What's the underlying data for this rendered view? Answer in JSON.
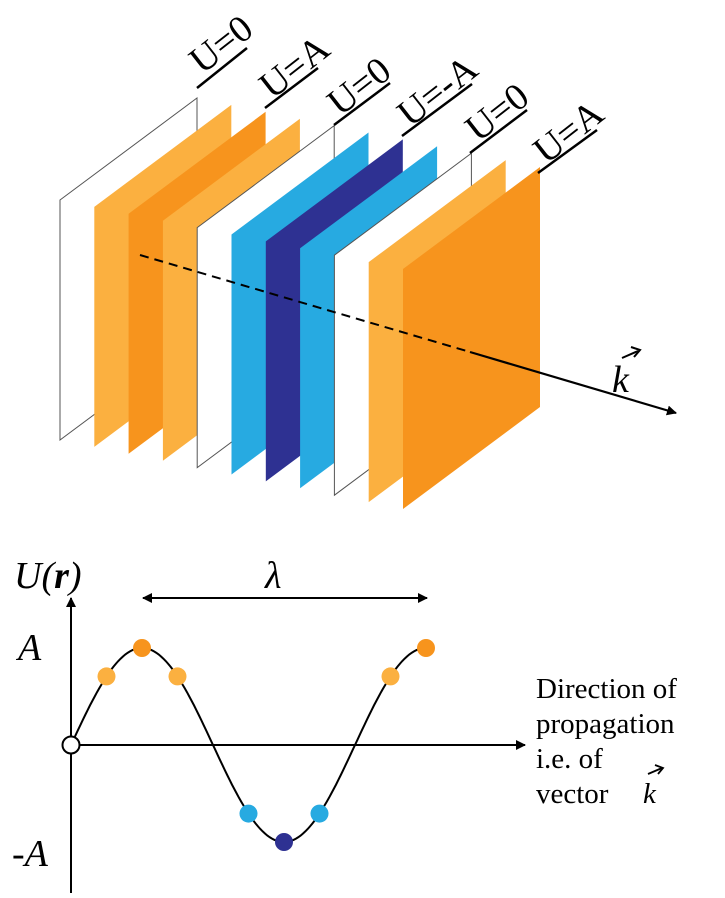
{
  "plane_labels": [
    "U=0",
    "U=A",
    "U=0",
    "U=-A",
    "U=0",
    "U=A"
  ],
  "vector_label": "k",
  "plot": {
    "ylabel_prefix": "U(",
    "ylabel_var": "r",
    "ylabel_suffix": ")",
    "wavelength_label": "λ",
    "tick_A": "A",
    "tick_minus_A": "-A",
    "direction_lines": [
      "Direction of",
      "propagation",
      "i.e. of",
      "vector"
    ],
    "direction_vector": "k"
  },
  "colors": {
    "zero": "#ffffff",
    "light_orange": "#fbb040",
    "orange": "#f7941d",
    "light_blue": "#27aae1",
    "dark_blue": "#2e3192",
    "outline": "#555555",
    "ink": "#000000"
  },
  "planes": [
    {
      "phase": "zero"
    },
    {
      "phase": "light_orange"
    },
    {
      "phase": "orange"
    },
    {
      "phase": "light_orange"
    },
    {
      "phase": "zero"
    },
    {
      "phase": "light_blue"
    },
    {
      "phase": "dark_blue"
    },
    {
      "phase": "light_blue"
    },
    {
      "phase": "zero"
    },
    {
      "phase": "light_orange"
    },
    {
      "phase": "orange"
    }
  ],
  "points": [
    {
      "phase_deg": 45,
      "color": "light_orange"
    },
    {
      "phase_deg": 90,
      "color": "orange"
    },
    {
      "phase_deg": 135,
      "color": "light_orange"
    },
    {
      "phase_deg": 225,
      "color": "light_blue"
    },
    {
      "phase_deg": 270,
      "color": "dark_blue"
    },
    {
      "phase_deg": 315,
      "color": "light_blue"
    },
    {
      "phase_deg": 405,
      "color": "light_orange"
    },
    {
      "phase_deg": 450,
      "color": "orange"
    }
  ]
}
